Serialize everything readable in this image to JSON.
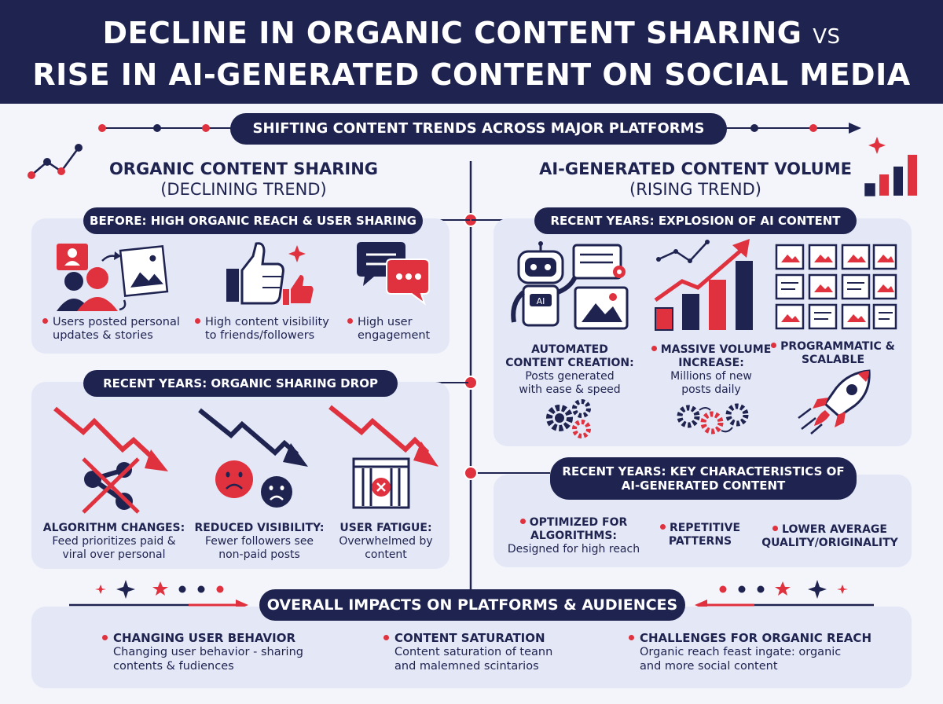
{
  "header": {
    "line1_main": "DECLINE IN ORGANIC CONTENT SHARING",
    "line1_vs": "VS",
    "line2": "RISE IN AI-GENERATED CONTENT ON SOCIAL MEDIA"
  },
  "banner": "SHIFTING CONTENT TRENDS ACROSS MAJOR PLATFORMS",
  "left": {
    "title": "ORGANIC CONTENT SHARING",
    "subtitle": "(DECLINING TREND)",
    "before": {
      "label": "BEFORE: HIGH ORGANIC REACH & USER SHARING",
      "items": [
        {
          "text1": "Users posted personal",
          "text2": "updates & stories"
        },
        {
          "text1": "High content visibility",
          "text2": "to friends/followers"
        },
        {
          "text1": "High user",
          "text2": "engagement"
        }
      ]
    },
    "drop": {
      "label": "RECENT YEARS: ORGANIC SHARING DROP",
      "items": [
        {
          "title": "ALGORITHM CHANGES:",
          "desc1": "Feed prioritizes paid &",
          "desc2": "viral over personal"
        },
        {
          "title": "REDUCED VISIBILITY:",
          "desc1": "Fewer followers see",
          "desc2": "non-paid posts"
        },
        {
          "title": "USER FATIGUE:",
          "desc1": "Overwhelmed by",
          "desc2": "content"
        }
      ]
    }
  },
  "right": {
    "title": "AI-GENERATED CONTENT VOLUME",
    "subtitle": "(RISING TREND)",
    "explosion": {
      "label": "RECENT YEARS: EXPLOSION OF AI CONTENT",
      "items": [
        {
          "title1": "AUTOMATED",
          "title2": "CONTENT CREATION:",
          "desc1": "Posts generated",
          "desc2": "with ease & speed"
        },
        {
          "title1": "MASSIVE VOLUME",
          "title2": "INCREASE:",
          "desc1": "Millions of new",
          "desc2": "posts daily"
        },
        {
          "title1": "PROGRAMMATIC &",
          "title2": "SCALABLE",
          "desc1": "",
          "desc2": ""
        }
      ]
    },
    "characteristics": {
      "label1": "RECENT YEARS: KEY CHARACTERISTICS OF",
      "label2": "AI-GENERATED CONTENT",
      "items": [
        {
          "title1": "OPTIMIZED FOR",
          "title2": "ALGORITHMS:",
          "desc": "Designed for high reach"
        },
        {
          "title1": "REPETITIVE",
          "title2": "PATTERNS",
          "desc": ""
        },
        {
          "title1": "LOWER AVERAGE",
          "title2": "QUALITY/ORIGINALITY",
          "desc": ""
        }
      ]
    }
  },
  "impacts": {
    "label": "OVERALL IMPACTS ON PLATFORMS & AUDIENCES",
    "items": [
      {
        "title": "CHANGING USER BEHAVIOR",
        "desc1": "Changing user behavior - sharing",
        "desc2": "contents & fudiences"
      },
      {
        "title": "CONTENT SATURATION",
        "desc1": "Content saturation of teann",
        "desc2": "and malemned scintarios"
      },
      {
        "title": "CHALLENGES FOR ORGANIC REACH",
        "desc1": "Organic reach feast ingate: organic",
        "desc2": "and more social content"
      }
    ]
  },
  "icons": {
    "trend_line": "trend-line-icon",
    "bar_chart": "bar-chart-icon",
    "user_share": "user-share-icon",
    "thumbs_up": "thumbs-up-icon",
    "chat": "chat-icon",
    "down_arrow": "down-trend-arrow-icon",
    "crossed_network": "crossed-network-icon",
    "sad_faces": "sad-faces-icon",
    "blocked_feed": "blocked-feed-icon",
    "robot": "robot-icon",
    "growth_chart": "growth-chart-icon",
    "post_grid": "post-grid-icon",
    "gears": "gears-icon",
    "rocket": "rocket-icon",
    "sparkle": "sparkle-icon"
  },
  "colors": {
    "navy": "#1f2350",
    "red": "#e0313e",
    "panel": "#e4e7f5",
    "background": "#f4f5fb"
  }
}
